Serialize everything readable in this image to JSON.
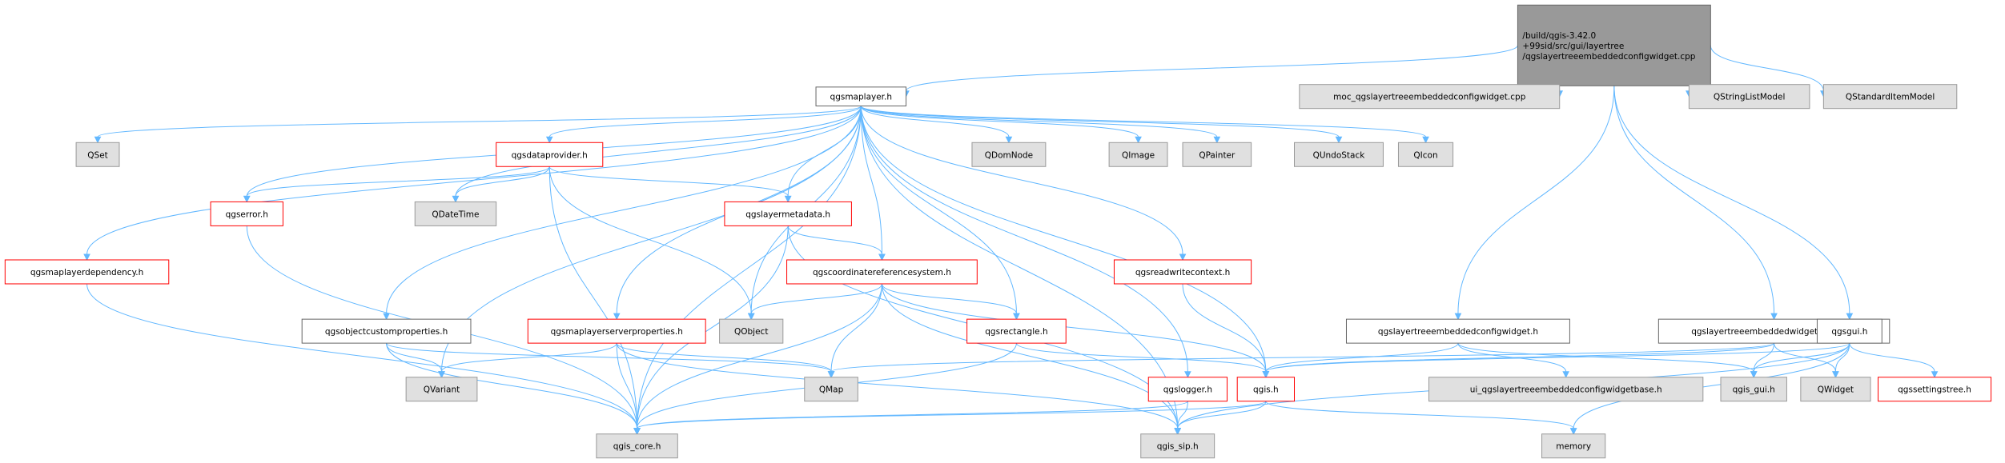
{
  "colors": {
    "root_fill": "#999999",
    "root_border": "#666666",
    "doc_fill": "#ffffff",
    "doc_border_red": "#ff0000",
    "doc_border_gray": "#666666",
    "external_fill": "#e0e0e0",
    "external_border": "#999999",
    "edge": "#63b8ff"
  },
  "nodes": {
    "root": {
      "lines": [
        "/build/qgis-3.42.0",
        "+99sid/src/gui/layertree",
        "/qgslayertreeembeddedconfigwidget.cpp"
      ],
      "style": "root"
    },
    "qgsmaplayer": {
      "lines": [
        "qgsmaplayer.h"
      ],
      "style": "doc"
    },
    "moc": {
      "lines": [
        "moc_qgslayertreeembeddedconfigwidget.cpp"
      ],
      "style": "ext"
    },
    "qstringlistmodel": {
      "lines": [
        "QStringListModel"
      ],
      "style": "ext"
    },
    "qstandarditemmodel": {
      "lines": [
        "QStandardItemModel"
      ],
      "style": "ext"
    },
    "qset": {
      "lines": [
        "QSet"
      ],
      "style": "ext"
    },
    "qgsdataprovider": {
      "lines": [
        "qgsdataprovider.h"
      ],
      "style": "red"
    },
    "qdomnode": {
      "lines": [
        "QDomNode"
      ],
      "style": "ext"
    },
    "qimage": {
      "lines": [
        "QImage"
      ],
      "style": "ext"
    },
    "qpainter": {
      "lines": [
        "QPainter"
      ],
      "style": "ext"
    },
    "qundostack": {
      "lines": [
        "QUndoStack"
      ],
      "style": "ext"
    },
    "qicon": {
      "lines": [
        "QIcon"
      ],
      "style": "ext"
    },
    "qgserror": {
      "lines": [
        "qgserror.h"
      ],
      "style": "red"
    },
    "qdatetime": {
      "lines": [
        "QDateTime"
      ],
      "style": "ext"
    },
    "qgslayermetadata": {
      "lines": [
        "qgslayermetadata.h"
      ],
      "style": "red"
    },
    "qgsmaplayerdependency": {
      "lines": [
        "qgsmaplayerdependency.h"
      ],
      "style": "red"
    },
    "qgscrs": {
      "lines": [
        "qgscoordinatereferencesystem.h"
      ],
      "style": "red"
    },
    "qgsreadwritecontext": {
      "lines": [
        "qgsreadwritecontext.h"
      ],
      "style": "red"
    },
    "qobject": {
      "lines": [
        "QObject"
      ],
      "style": "ext"
    },
    "qgsobjectcustomproperties": {
      "lines": [
        "qgsobjectcustomproperties.h"
      ],
      "style": "doc"
    },
    "qgsmaplayerserverproperties": {
      "lines": [
        "qgsmaplayerserverproperties.h"
      ],
      "style": "red"
    },
    "qgsrectangle": {
      "lines": [
        "qgsrectangle.h"
      ],
      "style": "red"
    },
    "qgslayertreeembeddedconfigwidget": {
      "lines": [
        "qgslayertreeembeddedconfigwidget.h"
      ],
      "style": "doc"
    },
    "qgslayertreeembeddedwidgetregistry": {
      "lines": [
        "qgslayertreeembeddedwidgetregistry.h"
      ],
      "style": "doc"
    },
    "qgsgui": {
      "lines": [
        "qgsgui.h"
      ],
      "style": "doc"
    },
    "qvariant": {
      "lines": [
        "QVariant"
      ],
      "style": "ext"
    },
    "qmap": {
      "lines": [
        "QMap"
      ],
      "style": "ext"
    },
    "qgslogger": {
      "lines": [
        "qgslogger.h"
      ],
      "style": "red"
    },
    "qgis": {
      "lines": [
        "qgis.h"
      ],
      "style": "red"
    },
    "ui_base": {
      "lines": [
        "ui_qgslayertreeembeddedconfigwidgetbase.h"
      ],
      "style": "ext"
    },
    "qgis_gui": {
      "lines": [
        "qgis_gui.h"
      ],
      "style": "ext"
    },
    "qwidget": {
      "lines": [
        "QWidget"
      ],
      "style": "ext"
    },
    "qgssettingstree": {
      "lines": [
        "qgssettingstree.h"
      ],
      "style": "red"
    },
    "qgis_core": {
      "lines": [
        "qgis_core.h"
      ],
      "style": "ext"
    },
    "qgis_sip": {
      "lines": [
        "qgis_sip.h"
      ],
      "style": "ext"
    },
    "memory": {
      "lines": [
        "memory"
      ],
      "style": "ext"
    }
  },
  "edges": [
    [
      "root",
      "qgsmaplayer"
    ],
    [
      "root",
      "moc"
    ],
    [
      "root",
      "qstringlistmodel"
    ],
    [
      "root",
      "qstandarditemmodel"
    ],
    [
      "root",
      "qgslayertreeembeddedconfigwidget"
    ],
    [
      "root",
      "qgslayertreeembeddedwidgetregistry"
    ],
    [
      "root",
      "qgsgui"
    ],
    [
      "qgsmaplayer",
      "qset"
    ],
    [
      "qgsmaplayer",
      "qgsdataprovider"
    ],
    [
      "qgsmaplayer",
      "qdomnode"
    ],
    [
      "qgsmaplayer",
      "qimage"
    ],
    [
      "qgsmaplayer",
      "qpainter"
    ],
    [
      "qgsmaplayer",
      "qundostack"
    ],
    [
      "qgsmaplayer",
      "qicon"
    ],
    [
      "qgsmaplayer",
      "qgserror"
    ],
    [
      "qgsmaplayer",
      "qdatetime"
    ],
    [
      "qgsmaplayer",
      "qgslayermetadata"
    ],
    [
      "qgsmaplayer",
      "qgsmaplayerdependency"
    ],
    [
      "qgsmaplayer",
      "qgscrs"
    ],
    [
      "qgsmaplayer",
      "qgsreadwritecontext"
    ],
    [
      "qgsmaplayer",
      "qobject"
    ],
    [
      "qgsmaplayer",
      "qgsobjectcustomproperties"
    ],
    [
      "qgsmaplayer",
      "qgsmaplayerserverproperties"
    ],
    [
      "qgsmaplayer",
      "qgsrectangle"
    ],
    [
      "qgsmaplayer",
      "qgslogger"
    ],
    [
      "qgsmaplayer",
      "qgis"
    ],
    [
      "qgsmaplayer",
      "qvariant"
    ],
    [
      "qgsmaplayer",
      "qgis_core"
    ],
    [
      "qgsmaplayer",
      "qgis_sip"
    ],
    [
      "qgsdataprovider",
      "qgserror"
    ],
    [
      "qgsdataprovider",
      "qdatetime"
    ],
    [
      "qgsdataprovider",
      "qgslayermetadata"
    ],
    [
      "qgsdataprovider",
      "qobject"
    ],
    [
      "qgsdataprovider",
      "qgis_core"
    ],
    [
      "qgserror",
      "qgis_core"
    ],
    [
      "qgslayermetadata",
      "qgscrs"
    ],
    [
      "qgslayermetadata",
      "qgis_core"
    ],
    [
      "qgslayermetadata",
      "qgis_sip"
    ],
    [
      "qgsmaplayerdependency",
      "qgis_core"
    ],
    [
      "qgscrs",
      "qobject"
    ],
    [
      "qgscrs",
      "qmap"
    ],
    [
      "qgscrs",
      "qgsrectangle"
    ],
    [
      "qgscrs",
      "qgis"
    ],
    [
      "qgscrs",
      "qgis_core"
    ],
    [
      "qgscrs",
      "qgis_sip"
    ],
    [
      "qgsreadwritecontext",
      "qgis"
    ],
    [
      "qgsobjectcustomproperties",
      "qvariant"
    ],
    [
      "qgsobjectcustomproperties",
      "qmap"
    ],
    [
      "qgsobjectcustomproperties",
      "qgis_core"
    ],
    [
      "qgsmaplayerserverproperties",
      "qvariant"
    ],
    [
      "qgsmaplayerserverproperties",
      "qmap"
    ],
    [
      "qgsmaplayerserverproperties",
      "qgis_core"
    ],
    [
      "qgsmaplayerserverproperties",
      "qgis_sip"
    ],
    [
      "qgsrectangle",
      "qgis"
    ],
    [
      "qgsrectangle",
      "qgis_core"
    ],
    [
      "qgslogger",
      "qgis_core"
    ],
    [
      "qgslogger",
      "qgis_sip"
    ],
    [
      "qgis",
      "qgis_core"
    ],
    [
      "qgis",
      "qgis_sip"
    ],
    [
      "qgis",
      "memory"
    ],
    [
      "qgslayertreeembeddedconfigwidget",
      "qgis"
    ],
    [
      "qgslayertreeembeddedconfigwidget",
      "ui_base"
    ],
    [
      "qgslayertreeembeddedconfigwidget",
      "qgis_gui"
    ],
    [
      "qgslayertreeembeddedwidgetregistry",
      "qmap"
    ],
    [
      "qgslayertreeembeddedwidgetregistry",
      "qgis"
    ],
    [
      "qgslayertreeembeddedwidgetregistry",
      "qgis_gui"
    ],
    [
      "qgslayertreeembeddedwidgetregistry",
      "qwidget"
    ],
    [
      "qgsgui",
      "qgis"
    ],
    [
      "qgsgui",
      "qgis_gui"
    ],
    [
      "qgsgui",
      "qwidget"
    ],
    [
      "qgsgui",
      "qgssettingstree"
    ],
    [
      "qgsgui",
      "qgis_sip"
    ],
    [
      "qgsgui",
      "memory"
    ]
  ]
}
